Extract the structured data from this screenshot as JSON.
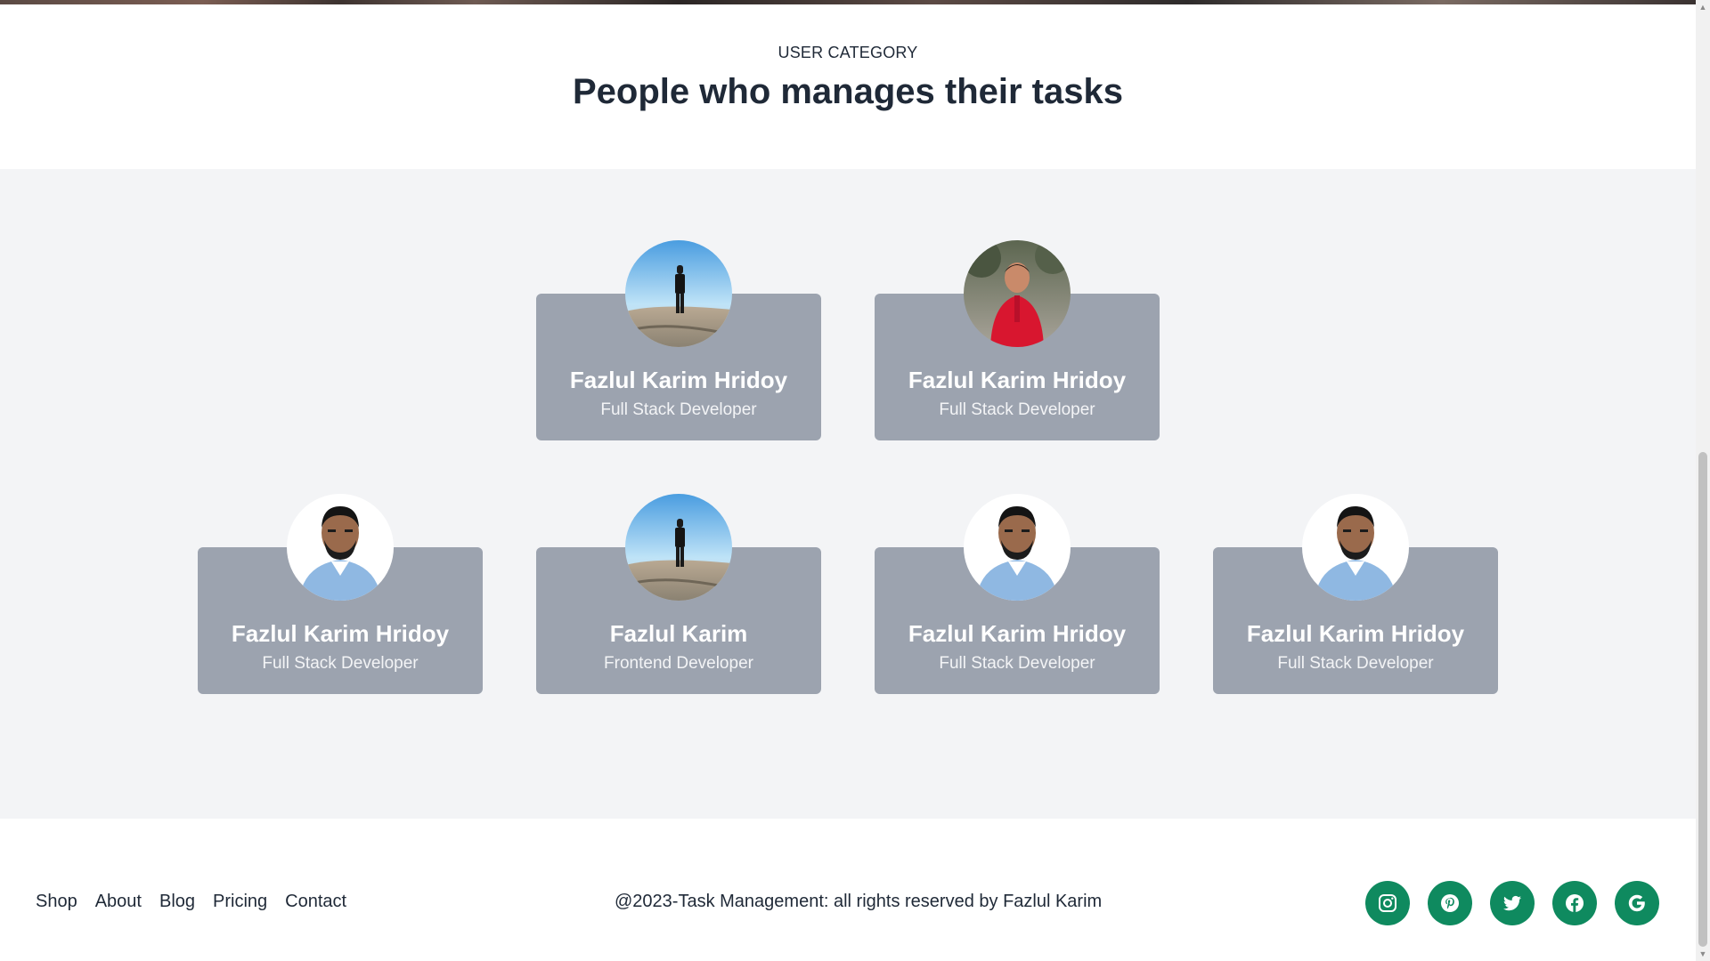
{
  "section": {
    "eyebrow": "USER CATEGORY",
    "title": "People who manages their tasks"
  },
  "users": [
    {
      "name": "Fazlul Karim Hridoy",
      "role": "Full Stack Developer",
      "avatar": "beach-photo"
    },
    {
      "name": "Fazlul Karim Hridoy",
      "role": "Full Stack Developer",
      "avatar": "red-shirt-photo"
    },
    {
      "name": "Fazlul Karim Hridoy",
      "role": "Full Stack Developer",
      "avatar": "portrait-blue-shirt-photo"
    },
    {
      "name": "Fazlul Karim",
      "role": "Frontend Developer",
      "avatar": "beach-photo"
    },
    {
      "name": "Fazlul Karim Hridoy",
      "role": "Full Stack Developer",
      "avatar": "portrait-blue-shirt-photo"
    },
    {
      "name": "Fazlul Karim Hridoy",
      "role": "Full Stack Developer",
      "avatar": "portrait-blue-shirt-photo"
    }
  ],
  "footer": {
    "nav": [
      "Shop",
      "About",
      "Blog",
      "Pricing",
      "Contact"
    ],
    "copyright": "@2023-Task Management: all rights reserved by Fazlul Karim",
    "socials": [
      {
        "icon": "instagram-icon"
      },
      {
        "icon": "pinterest-icon"
      },
      {
        "icon": "twitter-icon"
      },
      {
        "icon": "facebook-icon"
      },
      {
        "icon": "google-icon"
      }
    ]
  },
  "colors": {
    "card_bg": "#9ca3af",
    "section_bg": "#f3f4f6",
    "social_bg": "#0f8a5f",
    "text": "#1f2937"
  }
}
